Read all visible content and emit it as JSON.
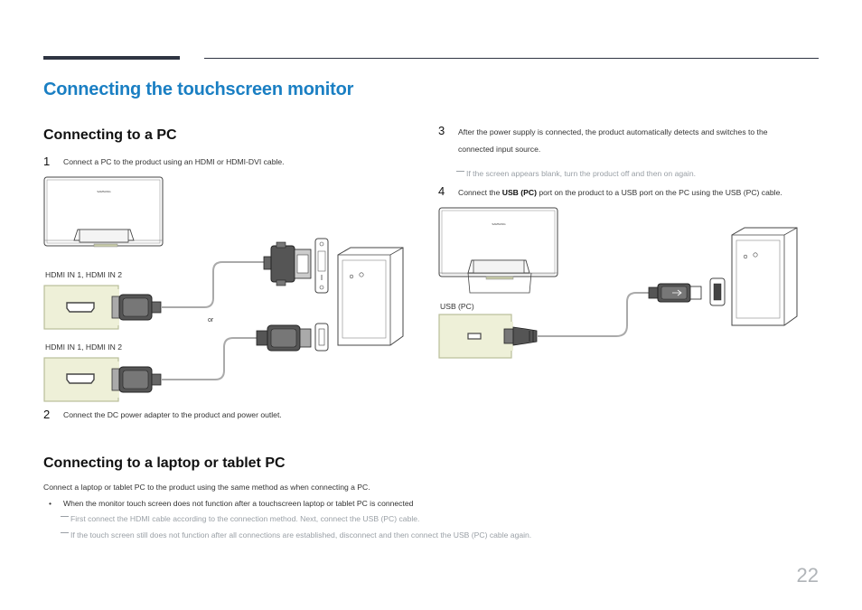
{
  "page": {
    "title": "Connecting the touchscreen monitor",
    "page_number": "22"
  },
  "section_pc": {
    "heading": "Connecting to a PC",
    "step1_num": "1",
    "step1_text": "Connect a PC to the product using an HDMI or HDMI-DVI cable.",
    "port_label_1": "HDMI IN 1, HDMI IN 2",
    "port_label_2": "HDMI IN 1, HDMI IN 2",
    "or_label": "or",
    "monitor_brand": "SAMSUNG",
    "step2_num": "2",
    "step2_text": "Connect the DC power adapter to the product and power outlet."
  },
  "section_right": {
    "step3_num": "3",
    "step3_line1": "After the power supply is connected, the product automatically detects and switches to the",
    "step3_line2": "connected input source.",
    "step3_note": "If the screen appears blank, turn the product off and then on again.",
    "step4_num": "4",
    "step4_pre": "Connect the ",
    "step4_bold": "USB (PC)",
    "step4_post": " port on the product to a USB port on the PC using the USB (PC) cable.",
    "usb_label": "USB (PC)",
    "monitor_brand": "SAMSUNG"
  },
  "section_laptop": {
    "heading": "Connecting to a laptop or tablet PC",
    "intro": "Connect a laptop or tablet PC to the product using the same method as when connecting a PC.",
    "bullet": "When the monitor touch screen does not function after a touchscreen laptop or tablet PC is connected",
    "note1": "First connect the HDMI cable according to the connection method. Next, connect the USB (PC) cable.",
    "note2": "If the touch screen still does not function after all connections are established, disconnect and then connect the USB (PC) cable again."
  },
  "colors": {
    "title": "#1a7fc3",
    "port_box_fill": "#eef0d8",
    "port_box_stroke": "#b9bd9a",
    "note_gray": "#9aa0a6"
  }
}
